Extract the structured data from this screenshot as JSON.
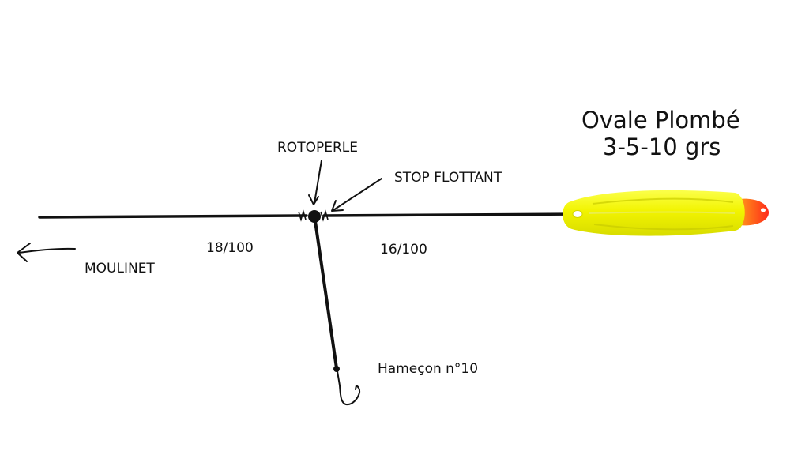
{
  "labels": {
    "reel": "MOULINET",
    "swivel_bead": "ROTOPERLE",
    "float_stop": "STOP FLOTTANT",
    "main_line": "18/100",
    "leader_line": "16/100",
    "hook": "Hameçon n°10",
    "float_title_line1": "Ovale Plombé",
    "float_title_line2": "3-5-10 grs"
  },
  "colors": {
    "line": "#111111",
    "float_body": "#f2f400",
    "float_tip": "#ff3a1f"
  },
  "icons": {
    "reel_direction": "arrow-left-icon",
    "hook": "fishing-hook-icon",
    "swivel": "swivel-bead-icon",
    "float": "oval-float-icon"
  }
}
